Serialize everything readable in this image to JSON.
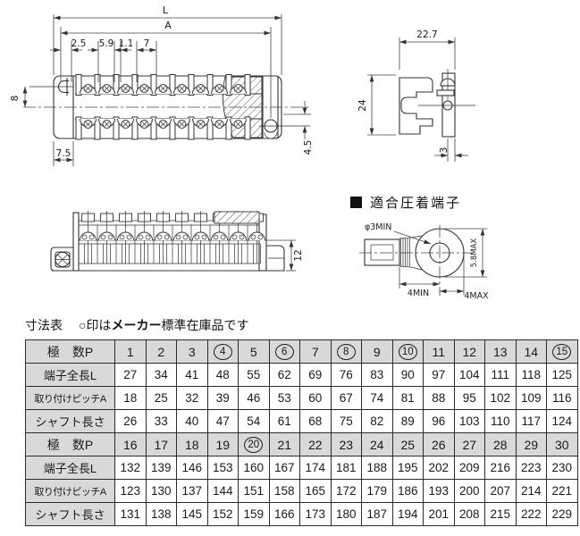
{
  "page": {
    "background": "#ffffff",
    "line_color": "#333333",
    "header_bg": "#d9d9d9"
  },
  "top_view": {
    "dim_L": "L",
    "dim_A": "A",
    "dim_2_5": "2.5",
    "dim_5_9": "5.9",
    "dim_1_1": "1.1",
    "dim_7": "7",
    "dim_8": "8",
    "dim_7_5": "7.5",
    "dim_4_5": "4.5"
  },
  "side_view": {
    "dim_width": "22.7",
    "dim_height": "24",
    "dim_thickness": "3"
  },
  "front_view": {
    "dim_height": "12"
  },
  "crimp_section": {
    "heading": "適合圧着端子",
    "dim_hole": "φ3MIN",
    "dim_ring_height": "5.8MAX",
    "dim_left": "4MIN",
    "dim_right": "4MAX"
  },
  "table": {
    "title": "寸法表",
    "note_prefix": "○印は",
    "note_bold": "メーカー",
    "note_suffix": "標準在庫品です",
    "row_labels": {
      "poles": "極　数P",
      "total_length": "端子全長L",
      "mounting_pitch": "取り付けピッチA",
      "shaft_length": "シャフト長さ"
    },
    "circled_poles": [
      "4",
      "6",
      "8",
      "10",
      "15",
      "20"
    ],
    "sections": [
      {
        "poles": [
          "1",
          "2",
          "3",
          "4",
          "5",
          "6",
          "7",
          "8",
          "9",
          "10",
          "11",
          "12",
          "13",
          "14",
          "15"
        ],
        "total_length": [
          "27",
          "34",
          "41",
          "48",
          "55",
          "62",
          "69",
          "76",
          "83",
          "90",
          "97",
          "104",
          "111",
          "118",
          "125"
        ],
        "mounting_pitch": [
          "18",
          "25",
          "32",
          "39",
          "46",
          "53",
          "60",
          "67",
          "74",
          "81",
          "88",
          "95",
          "102",
          "109",
          "116"
        ],
        "shaft_length": [
          "26",
          "33",
          "40",
          "47",
          "54",
          "61",
          "68",
          "75",
          "82",
          "89",
          "96",
          "103",
          "110",
          "117",
          "124"
        ]
      },
      {
        "poles": [
          "16",
          "17",
          "18",
          "19",
          "20",
          "21",
          "22",
          "23",
          "24",
          "25",
          "26",
          "27",
          "28",
          "29",
          "30"
        ],
        "total_length": [
          "132",
          "139",
          "146",
          "153",
          "160",
          "167",
          "174",
          "181",
          "188",
          "195",
          "202",
          "209",
          "216",
          "223",
          "230"
        ],
        "mounting_pitch": [
          "123",
          "130",
          "137",
          "144",
          "151",
          "158",
          "165",
          "172",
          "179",
          "186",
          "193",
          "200",
          "207",
          "214",
          "221"
        ],
        "shaft_length": [
          "131",
          "138",
          "145",
          "152",
          "159",
          "166",
          "173",
          "180",
          "187",
          "194",
          "201",
          "208",
          "215",
          "222",
          "229"
        ]
      }
    ]
  }
}
